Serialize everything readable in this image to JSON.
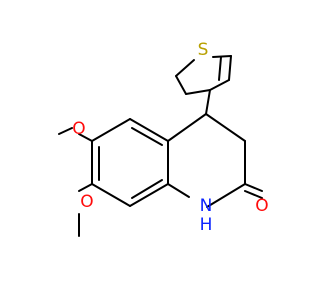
{
  "molecule": {
    "atoms": {
      "sulfur": "S",
      "oxygen_methoxy_1": "O",
      "oxygen_methoxy_2": "O",
      "oxygen_carbonyl": "O",
      "nitrogen": "N",
      "nitrogen_hydrogen": "H"
    },
    "colors": {
      "bond": "#000000",
      "sulfur": "#b8a000",
      "oxygen": "#ff0d0d",
      "nitrogen": "#0b24ff"
    }
  }
}
